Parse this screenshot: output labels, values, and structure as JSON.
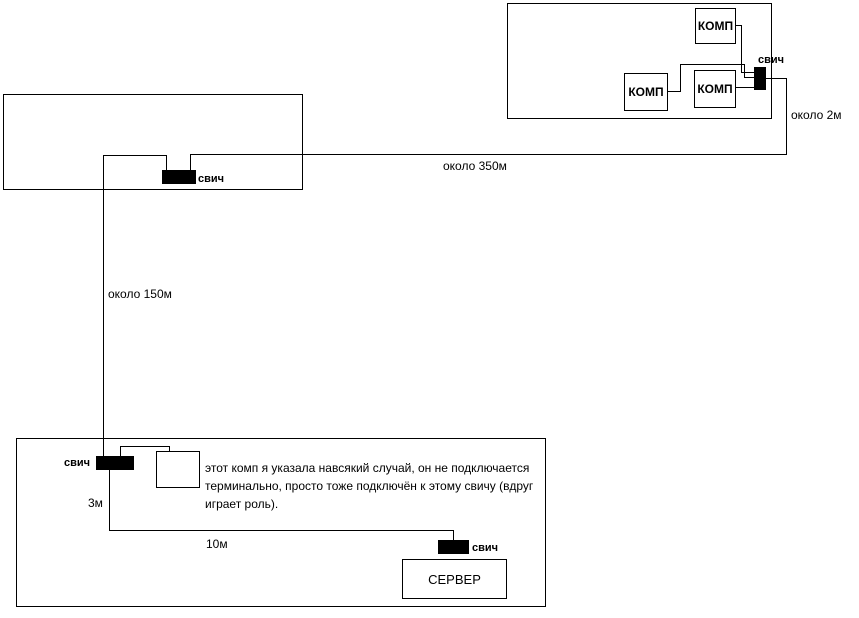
{
  "labels": {
    "switch": "свич",
    "comp": "КОМП",
    "server": "СЕРВЕР",
    "dist_2m": "около 2м",
    "dist_350m": "около 350м",
    "dist_150m": "около 150м",
    "dist_3m": "3м",
    "dist_10m": "10м",
    "note": "этот комп я указала навсякий случай, он не подключается терминально, просто тоже подключён к этому свичу (вдруг играет роль)."
  }
}
